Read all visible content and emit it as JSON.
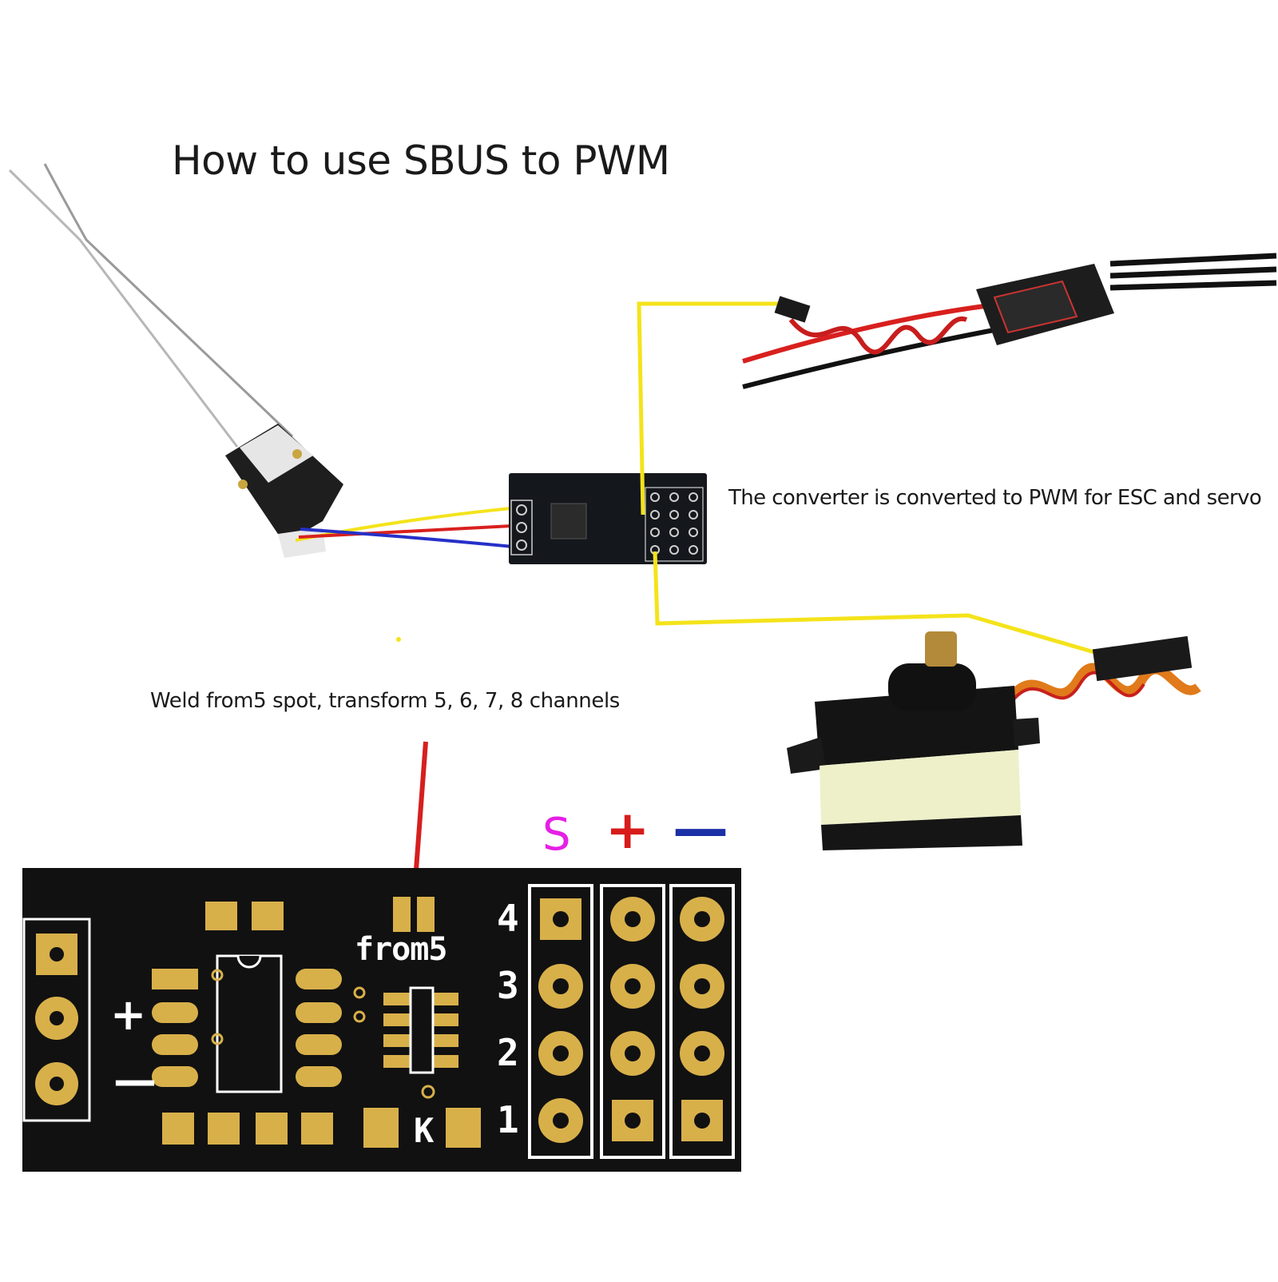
{
  "title": "How to use SBUS to PWM",
  "converter_label": "The converter is converted to PWM for ESC and servo",
  "weld_label": "Weld from5 spot, transform 5, 6, 7, 8 channels",
  "pcb": {
    "from5_label": "from5",
    "pin_legend": {
      "signal": "S",
      "plus": "+",
      "minus": "—"
    },
    "power_plus": "+",
    "power_minus": "—",
    "rows": [
      "4",
      "3",
      "2",
      "1"
    ],
    "silk_mark": "K"
  },
  "colors": {
    "pcb": "#111111",
    "pad": "#d8b04a",
    "silk": "#ffffff",
    "wire_yellow": "#f4e31b",
    "wire_red": "#d8201e",
    "wire_blue": "#2630c8",
    "pointer_red": "#d61f1f"
  }
}
